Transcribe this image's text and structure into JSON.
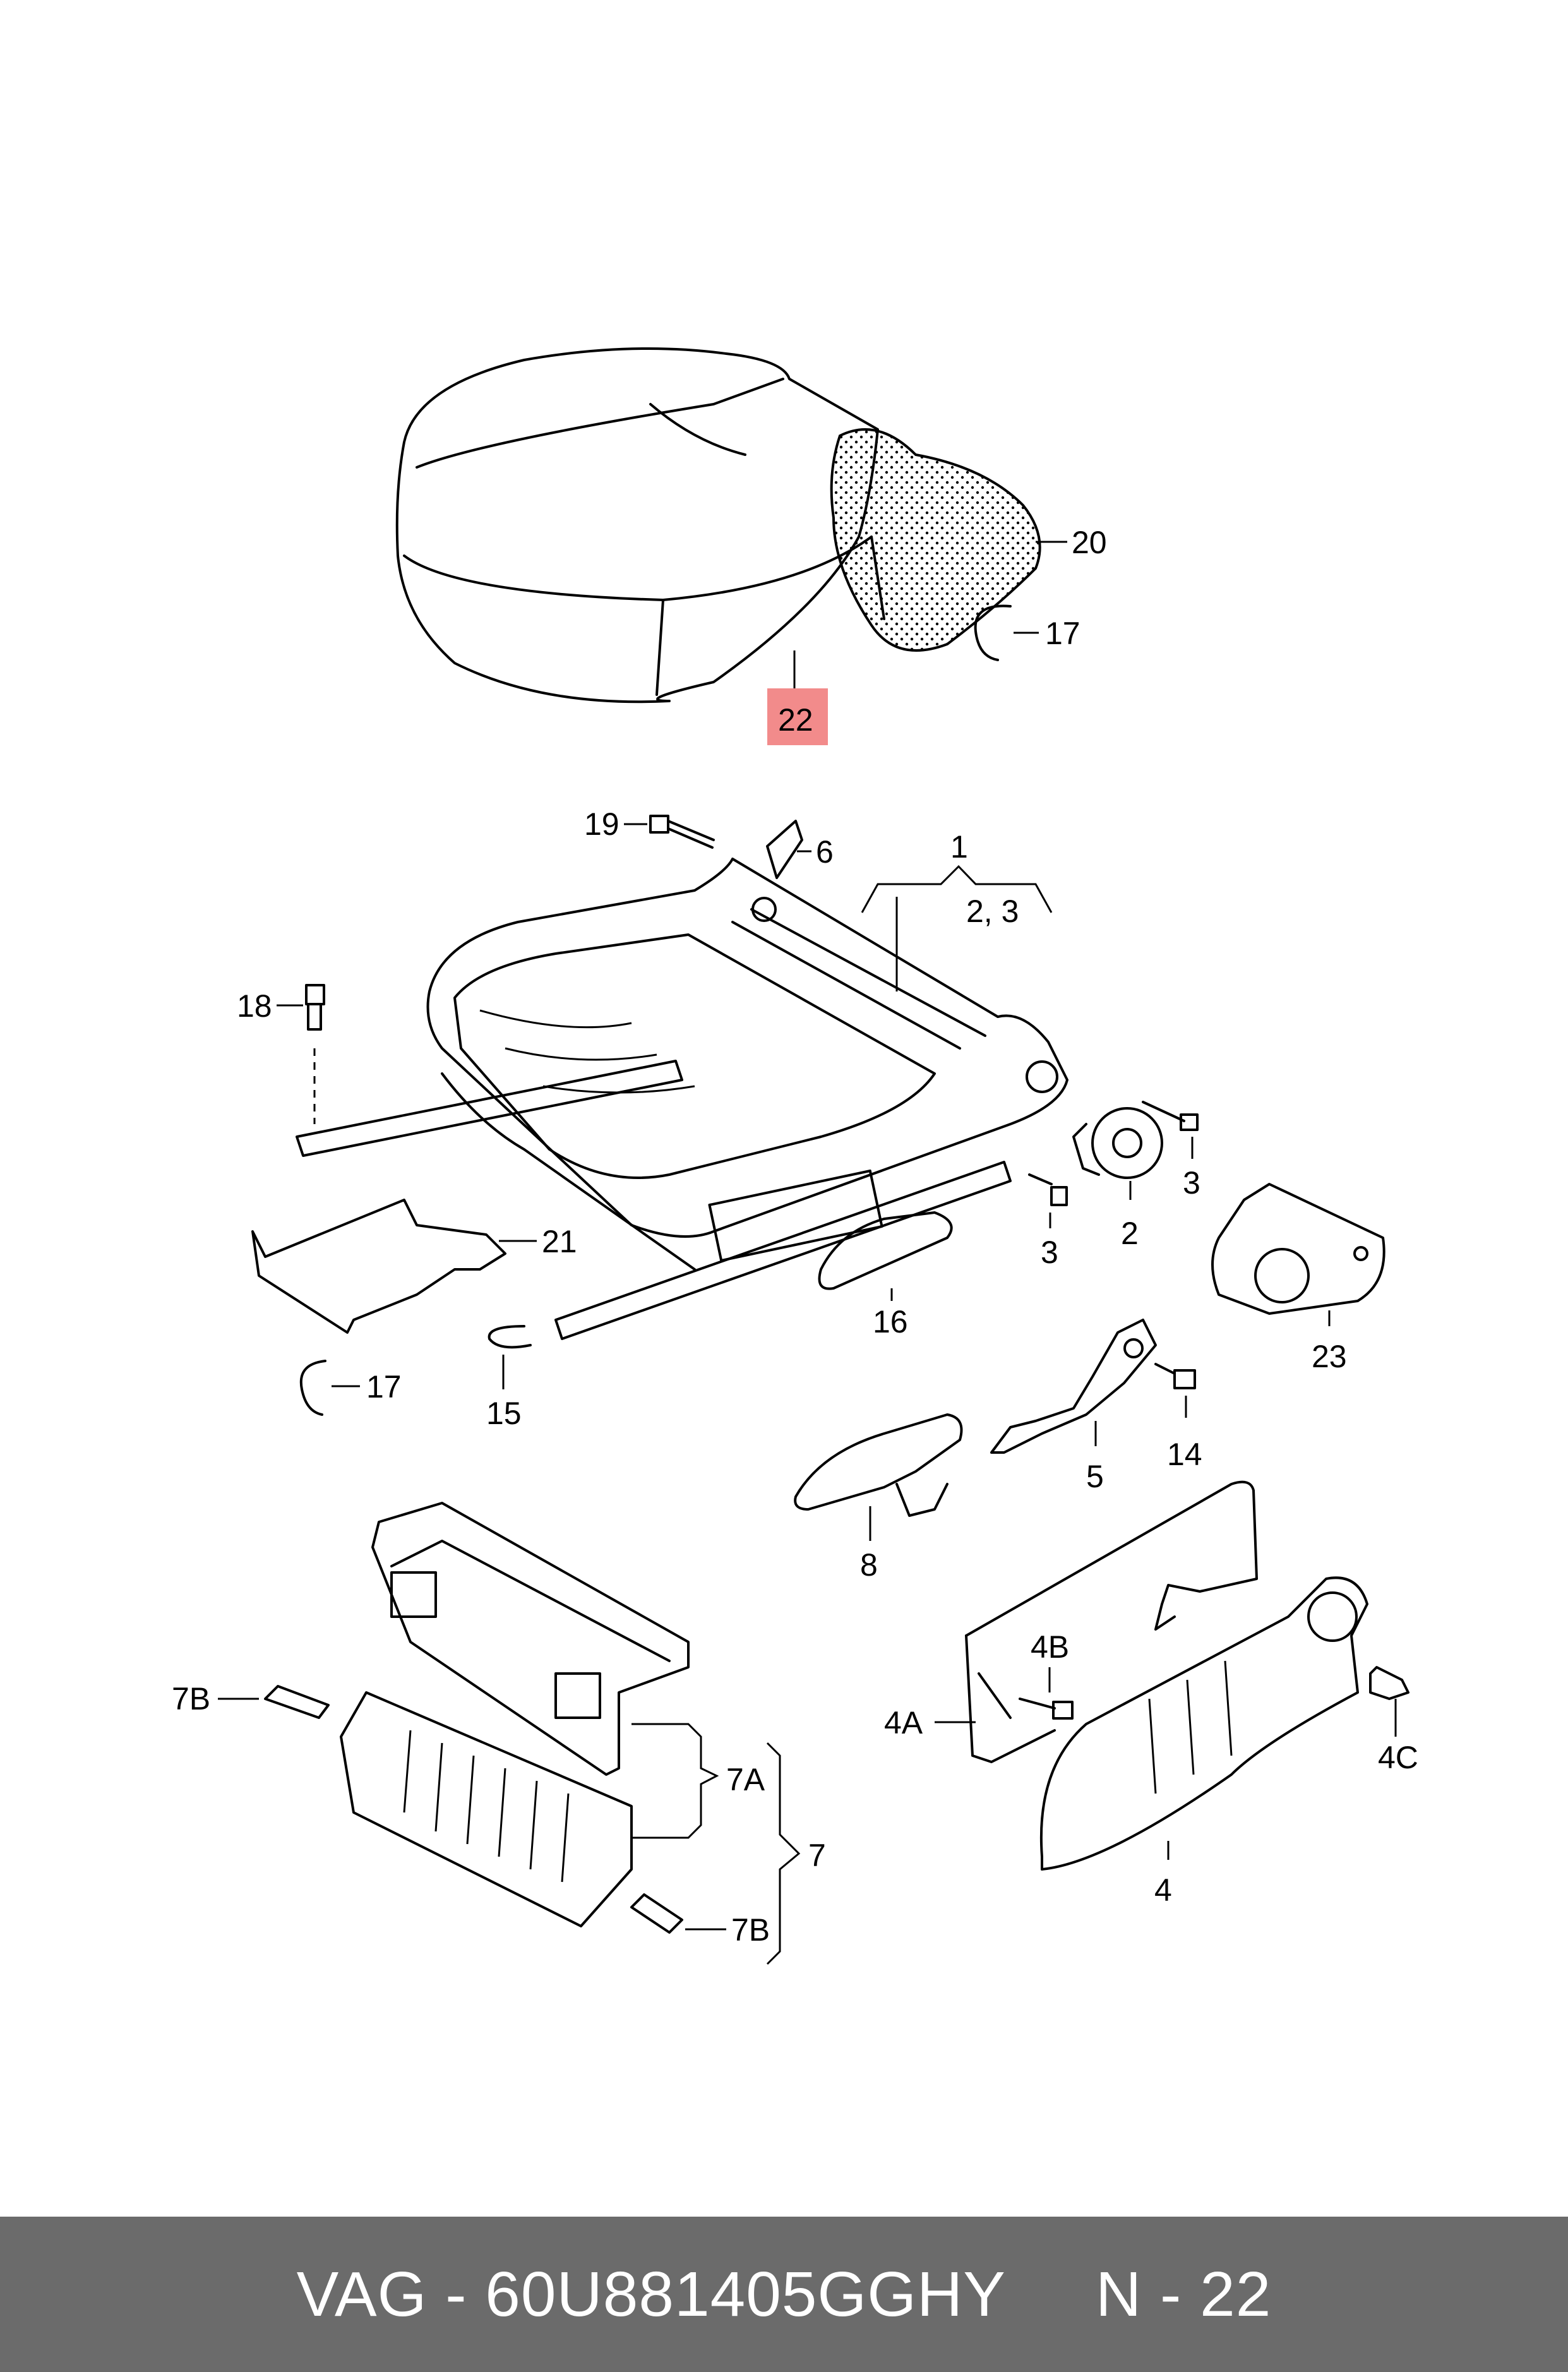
{
  "diagram": {
    "callouts": {
      "c1": "1",
      "c2_3": "2, 3",
      "c2": "2",
      "c3a": "3",
      "c3b": "3",
      "c4": "4",
      "c4A": "4A",
      "c4B": "4B",
      "c4C": "4C",
      "c5": "5",
      "c6": "6",
      "c7": "7",
      "c7A": "7A",
      "c7Ba": "7B",
      "c7Bb": "7B",
      "c8": "8",
      "c14": "14",
      "c15": "15",
      "c16": "16",
      "c17a": "17",
      "c17b": "17",
      "c18": "18",
      "c19": "19",
      "c20": "20",
      "c21": "21",
      "c22": "22",
      "c23": "23"
    },
    "highlight_color": "#f28b8b"
  },
  "footer": {
    "text": "VAG - 60U881405GGHY     N - 22",
    "background": "#6b6b6b"
  }
}
